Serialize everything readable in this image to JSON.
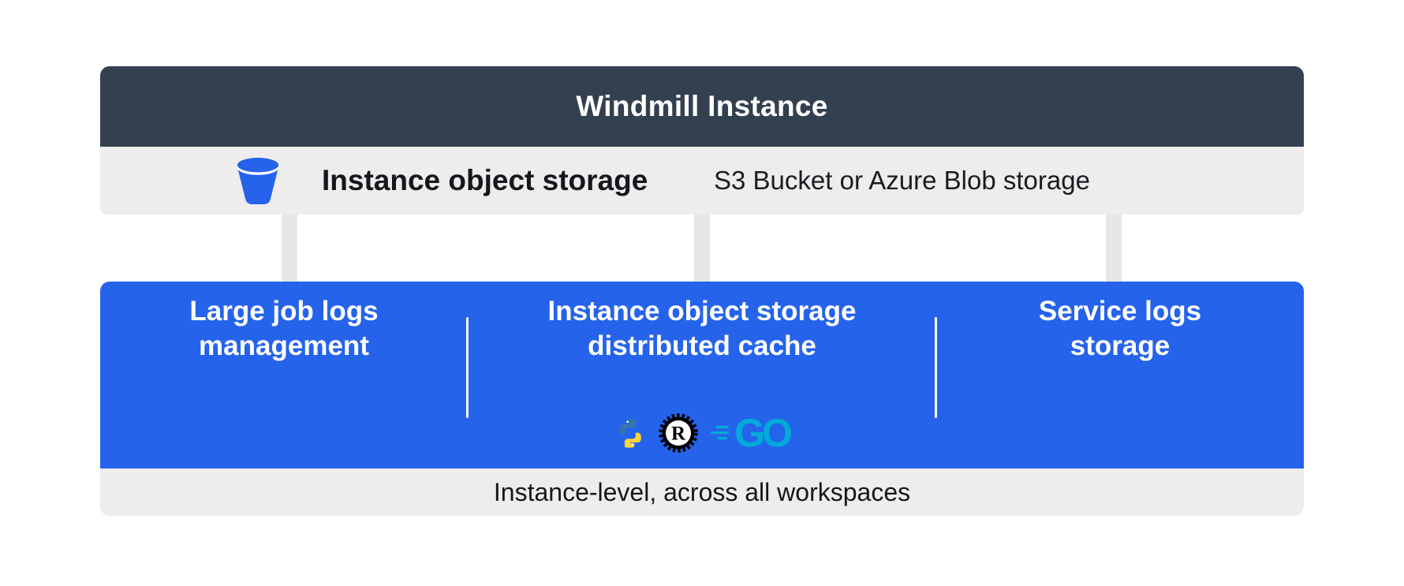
{
  "header": {
    "title": "Windmill Instance"
  },
  "storage_row": {
    "icon": "bucket-icon",
    "label": "Instance object storage",
    "sublabel": "S3 Bucket or Azure Blob storage"
  },
  "sections": [
    {
      "lines": [
        "Large job logs",
        "management"
      ]
    },
    {
      "lines": [
        "Instance object storage",
        "distributed cache"
      ],
      "language_icons": [
        "python-icon",
        "rust-icon",
        "go-icon"
      ]
    },
    {
      "lines": [
        "Service logs",
        "storage"
      ]
    }
  ],
  "lang_icons": {
    "go_label": "GO",
    "rust_letter": "R"
  },
  "footer": {
    "caption": "Instance-level, across all workspaces"
  },
  "colors": {
    "header_bg": "#33404F",
    "panel_gray": "#EEECEC",
    "arrow_gray": "#E8E6E6",
    "accent_blue": "#2563EB",
    "python_blue": "#3776AB",
    "python_yellow": "#FFD43B",
    "rust_black": "#000000",
    "go_teal": "#00ACD7",
    "text_dark": "#15171C",
    "text_white": "#FFFFFF"
  }
}
